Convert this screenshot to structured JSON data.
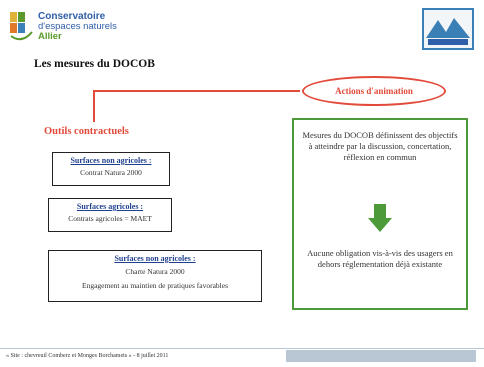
{
  "header": {
    "logo_line1": "Conservatoire",
    "logo_line2": "d'espaces naturels",
    "logo_line3": "Allier"
  },
  "title": "Les mesures du DOCOB",
  "oval_label": "Actions d'animation",
  "section_label": "Outils contractuels",
  "boxes": [
    {
      "title": "Surfaces non agricoles :",
      "body": "Contrat Natura 2000"
    },
    {
      "title": "Surfaces agricoles :",
      "body": "Contrats agricoles = MAET"
    },
    {
      "title": "Surfaces non agricoles :",
      "body1": "Charte Natura 2000",
      "body2": "Engagement au maintien de pratiques favorables"
    }
  ],
  "green_box": {
    "top_text": "Mesures du DOCOB définissent des objectifs à atteindre par la discussion, concertation, réflexion en commun",
    "bottom_text": "Aucune obligation vis-à-vis des usagers en dehors réglementation déjà existante"
  },
  "footer": {
    "text": "« Site : chevreuil Comberz et Monges Borchamets » - 8 juillet 2011"
  },
  "colors": {
    "red": "#e24a3a",
    "green": "#4c9a3a",
    "blue": "#2f5fa8"
  }
}
